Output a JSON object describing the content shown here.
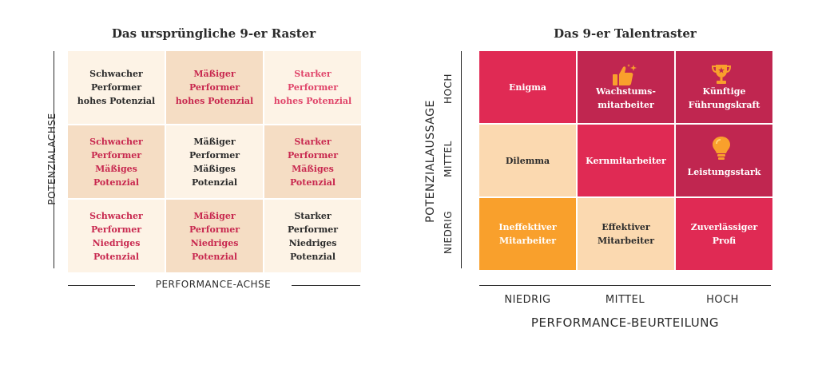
{
  "left": {
    "title": "Das ursprüngliche 9-er Raster",
    "y_axis_label": "POTENZIALACHSE",
    "x_axis_label": "PERFORMANCE-ACHSE",
    "cells": [
      [
        "Schwacher\nPerformer\nhohes Potenzial",
        "Mäßiger\nPerformer\nhohes Potenzial",
        "Starker\nPerformer\nhohes Potenzial"
      ],
      [
        "Schwacher\nPerformer\nMäßiges Potenzial",
        "Mäßiger\nPerformer\nMäßiges Potenzial",
        "Starker\nPerformer\nMäßiges Potenzial"
      ],
      [
        "Schwacher\nPerformer\nNiedriges Potenzial",
        "Mäßiger\nPerformer\nNiedriges Potenzial",
        "Starker\nPerformer\nNiedriges Potenzial"
      ]
    ],
    "colors": {
      "bg_light": "#fdf3e6",
      "bg_mid": "#f5ddc4",
      "text_dark": "#2b2b2b",
      "text_red": "#c8284f",
      "text_pink": "#e0456a"
    }
  },
  "right": {
    "title": "Das 9-er Talentraster",
    "y_axis_label": "POTENZIALAUSSAGE",
    "x_axis_label": "PERFORMANCE-BEURTEILUNG",
    "y_ticks": [
      "HOCH",
      "MITTEL",
      "NIEDRIG"
    ],
    "x_ticks": [
      "NIEDRIG",
      "MITTEL",
      "HOCH"
    ],
    "cells": [
      [
        "Enigma",
        "Wachstums-\nmitarbeiter",
        "Künftige\nFührungskraft"
      ],
      [
        "Dilemma",
        "Kernmitarbeiter",
        "Leistungsstark"
      ],
      [
        "Ineffektiver\nMitarbeiter",
        "Effektiver\nMitarbeiter",
        "Zuverlässiger\nProfi"
      ]
    ],
    "icons": {
      "row0col1": "thumbs-up-sparkle-icon",
      "row0col2": "trophy-icon",
      "row1col2": "lightbulb-icon"
    },
    "colors": {
      "red": "#e02a54",
      "dark_red": "#c02650",
      "peach": "#fbd9b0",
      "orange": "#f9a02c",
      "icon_orange": "#f9a02c"
    }
  }
}
